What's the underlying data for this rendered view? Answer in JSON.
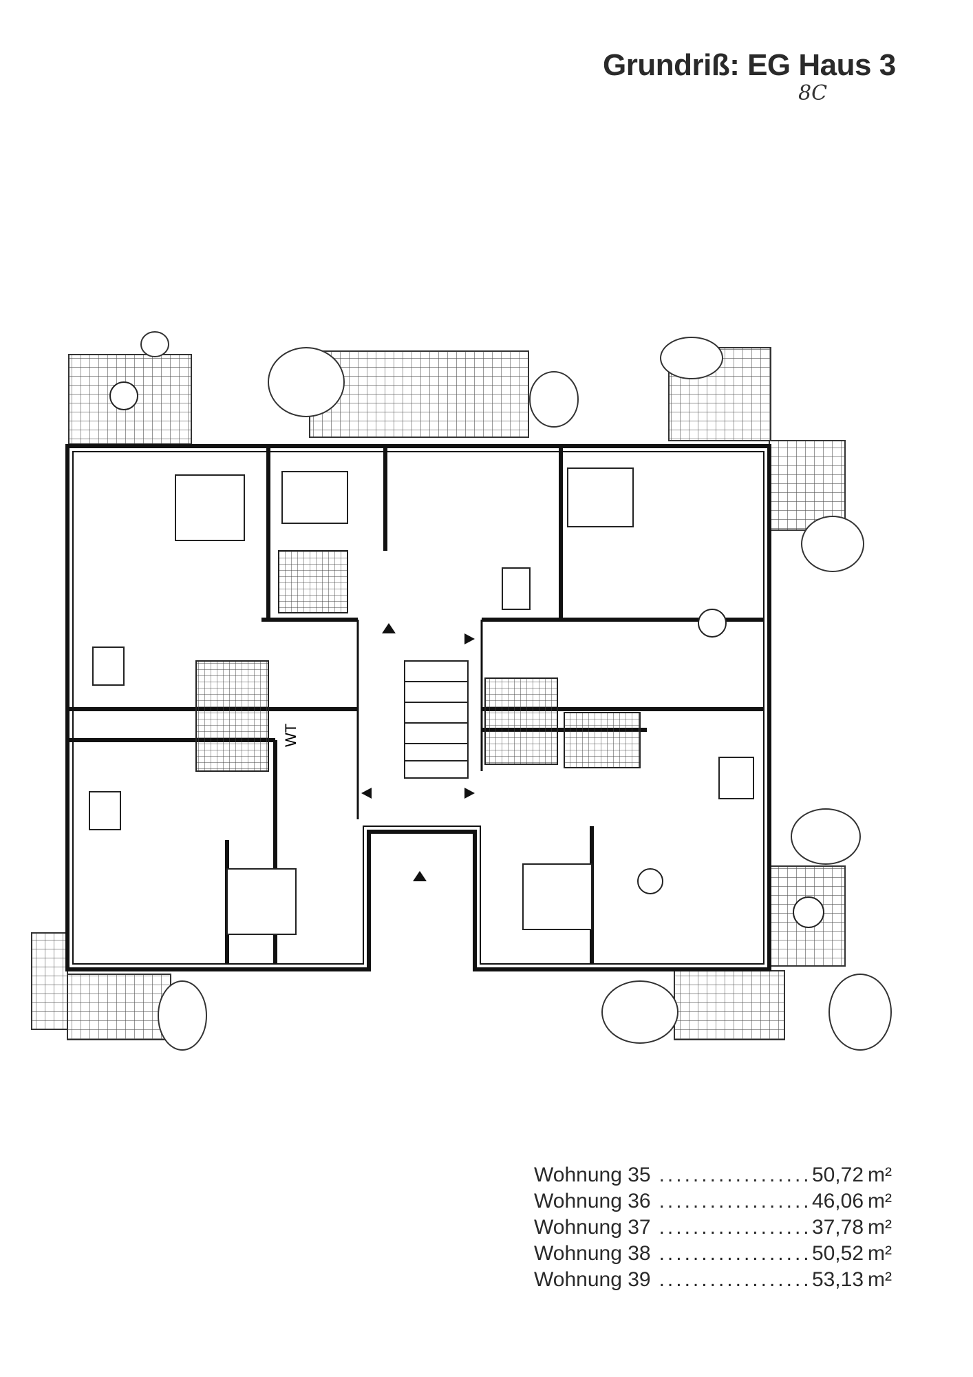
{
  "header": {
    "title": "Grundriß: EG Haus 3",
    "handwritten_note": "8C"
  },
  "plan": {
    "labels": {
      "utility_room": "WT"
    }
  },
  "areas": [
    {
      "name": "Wohnung 35",
      "value": "50,72",
      "unit": "m²"
    },
    {
      "name": "Wohnung 36",
      "value": "46,06",
      "unit": "m²"
    },
    {
      "name": "Wohnung 37",
      "value": "37,78",
      "unit": "m²"
    },
    {
      "name": "Wohnung 38",
      "value": "50,52",
      "unit": "m²"
    },
    {
      "name": "Wohnung 39",
      "value": "53,13",
      "unit": "m²"
    }
  ]
}
